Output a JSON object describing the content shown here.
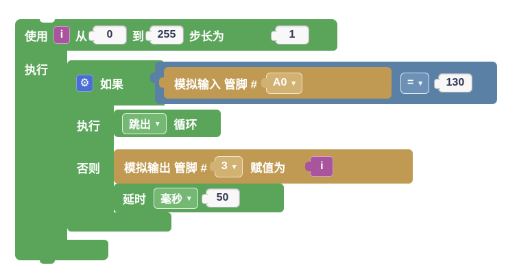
{
  "workspace": {
    "background": "#ffffff"
  },
  "colors": {
    "block_green": "#5ba55b",
    "logic_blue": "#5b80a5",
    "io_tan": "#c09a52",
    "variable_purple": "#a8559e",
    "mutator_blue": "#4a6fd2",
    "field_bg": "#f8f8f8",
    "field_text": "#333355"
  },
  "icons": {
    "gear": "⚙",
    "dropdown_arrow": "▾"
  },
  "blocks": {
    "for_loop": {
      "use": "使用",
      "var": "i",
      "from": "从",
      "from_value": "0",
      "to": "到",
      "to_value": "255",
      "step": "步长为",
      "step_value": "1",
      "do": "执行"
    },
    "if_block": {
      "if": "如果",
      "do": "执行",
      "else": "否则"
    },
    "condition": {
      "analog_read_label": "模拟输入 管脚 #",
      "pin": "A0",
      "operator": "=",
      "value": "130"
    },
    "break_stmt": {
      "action": "跳出",
      "label": "循环"
    },
    "analog_write": {
      "label": "模拟输出 管脚 #",
      "pin": "3",
      "assign": "赋值为",
      "var": "i"
    },
    "delay": {
      "label": "延时",
      "unit": "毫秒",
      "value": "50"
    }
  }
}
